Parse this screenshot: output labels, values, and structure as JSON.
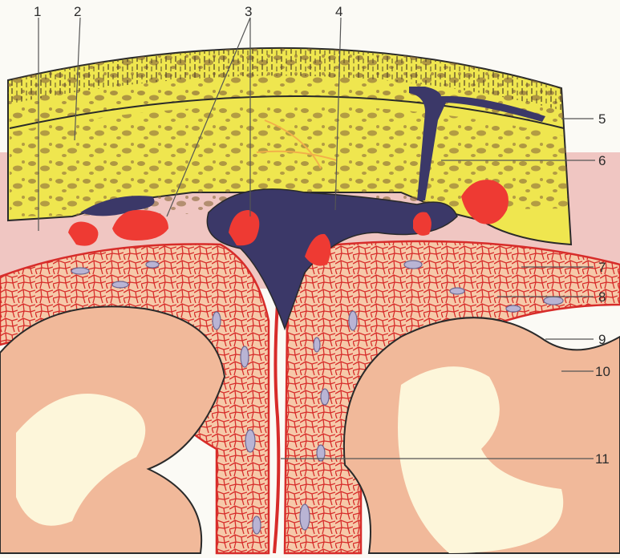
{
  "labels": [
    {
      "id": "1",
      "text": "1"
    },
    {
      "id": "2",
      "text": "2"
    },
    {
      "id": "3",
      "text": "3"
    },
    {
      "id": "4",
      "text": "4"
    },
    {
      "id": "5",
      "text": "5"
    },
    {
      "id": "6",
      "text": "6"
    },
    {
      "id": "7",
      "text": "7"
    },
    {
      "id": "8",
      "text": "8"
    },
    {
      "id": "9",
      "text": "9"
    },
    {
      "id": "10",
      "text": "10"
    },
    {
      "id": "11",
      "text": "11"
    }
  ],
  "colors": {
    "bone": "#efe64f",
    "bone_pits": "#8a6a3a",
    "dura": "#f0c6c2",
    "sinus": "#3b3868",
    "granulation": "#ee3a33",
    "arachnoid": "#f6c9a9",
    "web": "#d72c2a",
    "cortex": "#f1b99a",
    "white_matter": "#fdf6da",
    "vessel": "#b9b4d4",
    "outline": "#2a2a2a"
  }
}
